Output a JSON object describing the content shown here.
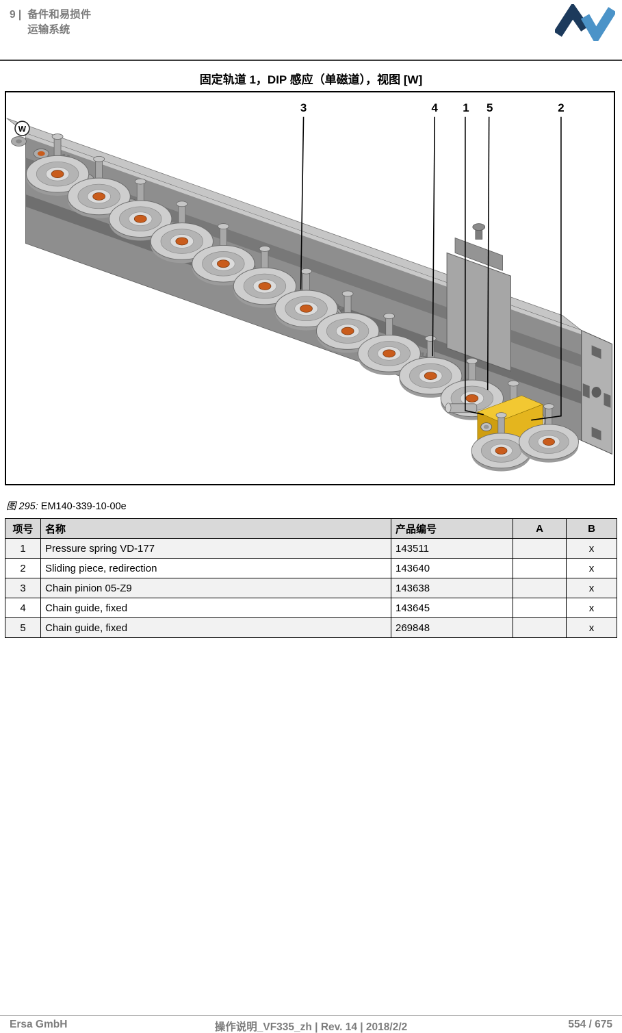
{
  "header": {
    "chapter_number": "9 |",
    "chapter_title": "备件和易损件",
    "chapter_subtitle": "运输系统"
  },
  "figure": {
    "title": "固定轨道 1，DIP 感应（单磁道），视图 [W]",
    "view_label": "W",
    "callouts": [
      "3",
      "4",
      "1",
      "5",
      "2"
    ],
    "caption_label": "图 295:",
    "caption_text": "EM140-339-10-00e"
  },
  "table": {
    "headers": [
      "项号",
      "名称",
      "产品编号",
      "A",
      "B"
    ],
    "rows": [
      {
        "item": "1",
        "name": "Pressure spring VD-177",
        "part_no": "143511",
        "a": "",
        "b": "x"
      },
      {
        "item": "2",
        "name": "Sliding piece, redirection",
        "part_no": "143640",
        "a": "",
        "b": "x"
      },
      {
        "item": "3",
        "name": "Chain pinion 05-Z9",
        "part_no": "143638",
        "a": "",
        "b": "x"
      },
      {
        "item": "4",
        "name": "Chain guide, fixed",
        "part_no": "143645",
        "a": "",
        "b": "x"
      },
      {
        "item": "5",
        "name": "Chain guide, fixed",
        "part_no": "269848",
        "a": "",
        "b": "x"
      }
    ]
  },
  "footer": {
    "company": "Ersa GmbH",
    "doc_info": "操作说明_VF335_zh | Rev. 14 | 2018/2/2",
    "page": "554 / 675"
  },
  "colors": {
    "accent_orange": "#c95c1c",
    "highlight_yellow": "#f2c832",
    "logo_dark_blue": "#1c3a5c",
    "logo_light_blue": "#4b93c8",
    "header_gray": "#7a7a7a",
    "table_header_bg": "#d9d9d9",
    "table_stripe_bg": "#f2f2f2"
  }
}
